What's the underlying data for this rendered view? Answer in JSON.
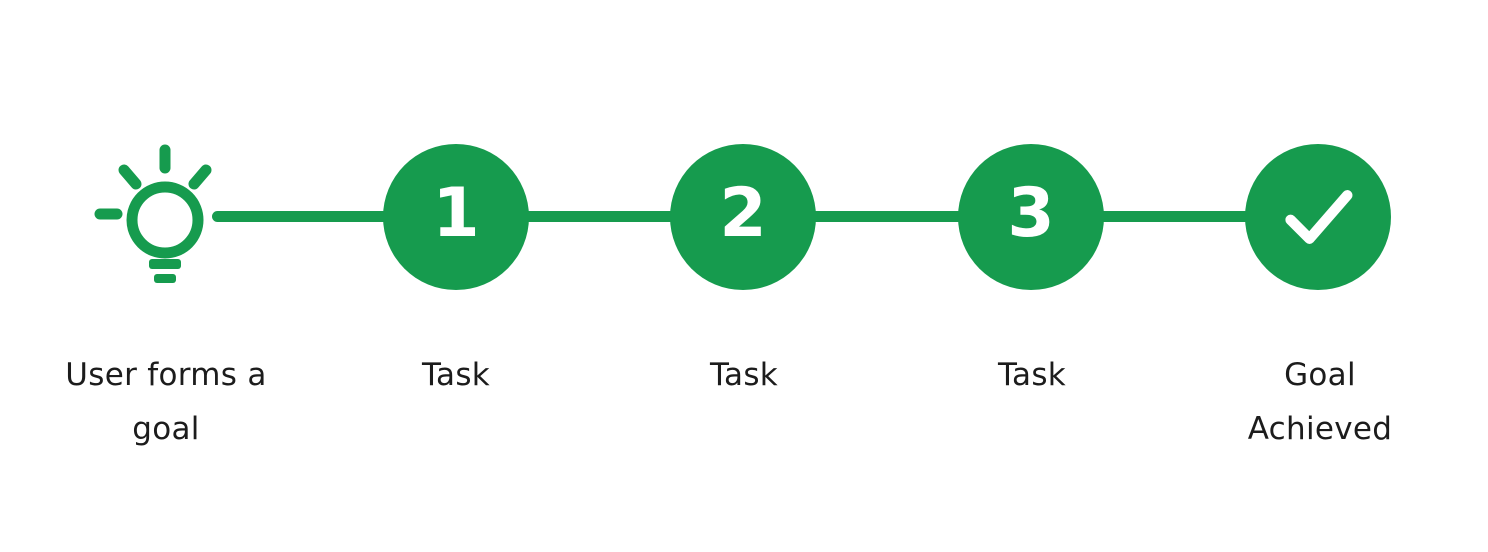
{
  "colors": {
    "accent": "#169B4E",
    "background": "#FFFFFF",
    "node_text": "#FFFFFF",
    "label_text": "#1C1C1C"
  },
  "diagram": {
    "type": "process-flow",
    "direction": "horizontal",
    "steps": [
      {
        "kind": "icon",
        "icon": "lightbulb-icon",
        "label": "User forms a goal"
      },
      {
        "kind": "number",
        "number": "1",
        "label": "Task"
      },
      {
        "kind": "number",
        "number": "2",
        "label": "Task"
      },
      {
        "kind": "number",
        "number": "3",
        "label": "Task"
      },
      {
        "kind": "icon",
        "icon": "checkmark-icon",
        "label": "Goal Achieved"
      }
    ]
  }
}
